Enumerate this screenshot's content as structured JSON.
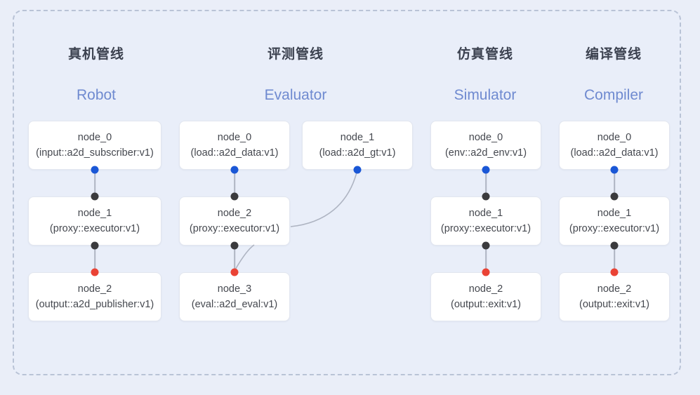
{
  "diagram": {
    "background_color": "#eaeef8",
    "frame_color": "#b9c3d6",
    "accent_color": "#6f8ad0",
    "dot_colors": {
      "input": "#1a57d6",
      "middle": "#3b3b3d",
      "output": "#ea4335"
    }
  },
  "columns": [
    {
      "title": "真机管线",
      "subtitle": "Robot",
      "nodes": [
        {
          "name": "node_0",
          "type": "(input::a2d_subscriber:v1)"
        },
        {
          "name": "node_1",
          "type": "(proxy::executor:v1)"
        },
        {
          "name": "node_2",
          "type": "(output::a2d_publisher:v1)"
        }
      ]
    },
    {
      "title": "评测管线",
      "subtitle": "Evaluator",
      "nodes": [
        {
          "name": "node_0",
          "type": "(load::a2d_data:v1)"
        },
        {
          "name": "node_1",
          "type": "(load::a2d_gt:v1)"
        },
        {
          "name": "node_2",
          "type": "(proxy::executor:v1)"
        },
        {
          "name": "node_3",
          "type": "(eval::a2d_eval:v1)"
        }
      ]
    },
    {
      "title": "仿真管线",
      "subtitle": "Simulator",
      "nodes": [
        {
          "name": "node_0",
          "type": "(env::a2d_env:v1)"
        },
        {
          "name": "node_1",
          "type": "(proxy::executor:v1)"
        },
        {
          "name": "node_2",
          "type": "(output::exit:v1)"
        }
      ]
    },
    {
      "title": "编译管线",
      "subtitle": "Compiler",
      "nodes": [
        {
          "name": "node_0",
          "type": "(load::a2d_data:v1)"
        },
        {
          "name": "node_1",
          "type": "(proxy::executor:v1)"
        },
        {
          "name": "node_2",
          "type": "(output::exit:v1)"
        }
      ]
    }
  ]
}
